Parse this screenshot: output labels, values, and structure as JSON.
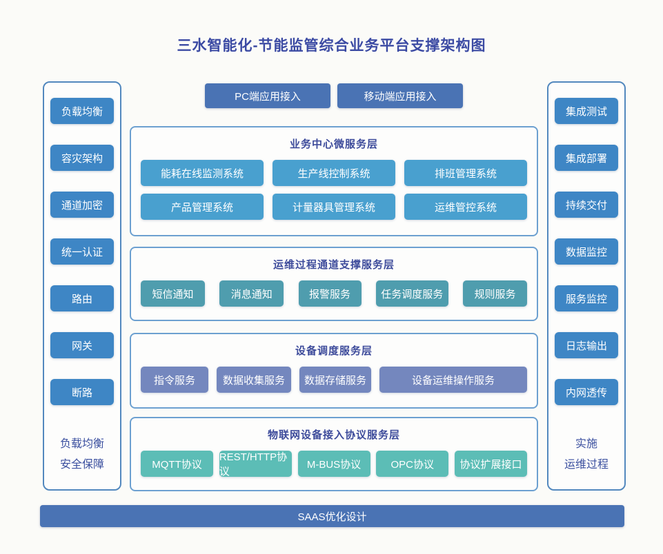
{
  "title": "三水智能化-节能监管综合业务平台支撑架构图",
  "colors": {
    "title_text": "#3b4aa3",
    "section_title_text": "#3d4b9b",
    "pillar_border": "#5288be",
    "layer_border": "#6ca0d0",
    "pillar_button": "#3e86c5",
    "access_button": "#4a73b4",
    "business_button": "#49a0cf",
    "channel_button": "#4f9dae",
    "device_button": "#7487be",
    "protocol_button": "#5cbdb6",
    "footer_bar": "#4a73b4",
    "background": "#fbfbf8"
  },
  "left_sidebar": {
    "items": [
      "负载均衡",
      "容灾架构",
      "通道加密",
      "统一认证",
      "路由",
      "网关",
      "断路"
    ],
    "caption": [
      "负载均衡",
      "安全保障"
    ]
  },
  "right_sidebar": {
    "items": [
      "集成测试",
      "集成部署",
      "持续交付",
      "数据监控",
      "服务监控",
      "日志输出",
      "内网透传"
    ],
    "caption": [
      "实施",
      "运维过程"
    ]
  },
  "access": {
    "buttons": [
      "PC端应用接入",
      "移动端应用接入"
    ]
  },
  "layers": [
    {
      "title": "业务中心微服务层",
      "items": [
        "能耗在线监测系统",
        "生产线控制系统",
        "排班管理系统",
        "产品管理系统",
        "计量器具管理系统",
        "运维管控系统"
      ]
    },
    {
      "title": "运维过程通道支撑服务层",
      "items": [
        "短信通知",
        "消息通知",
        "报警服务",
        "任务调度服务",
        "规则服务"
      ]
    },
    {
      "title": "设备调度服务层",
      "items": [
        "指令服务",
        "数据收集服务",
        "数据存储服务",
        "设备运维操作服务"
      ]
    },
    {
      "title": "物联网设备接入协议服务层",
      "items": [
        "MQTT协议",
        "REST/HTTP协议",
        "M-BUS协议",
        "OPC协议",
        "协议扩展接口"
      ]
    }
  ],
  "footer": {
    "label": "SAAS优化设计"
  }
}
